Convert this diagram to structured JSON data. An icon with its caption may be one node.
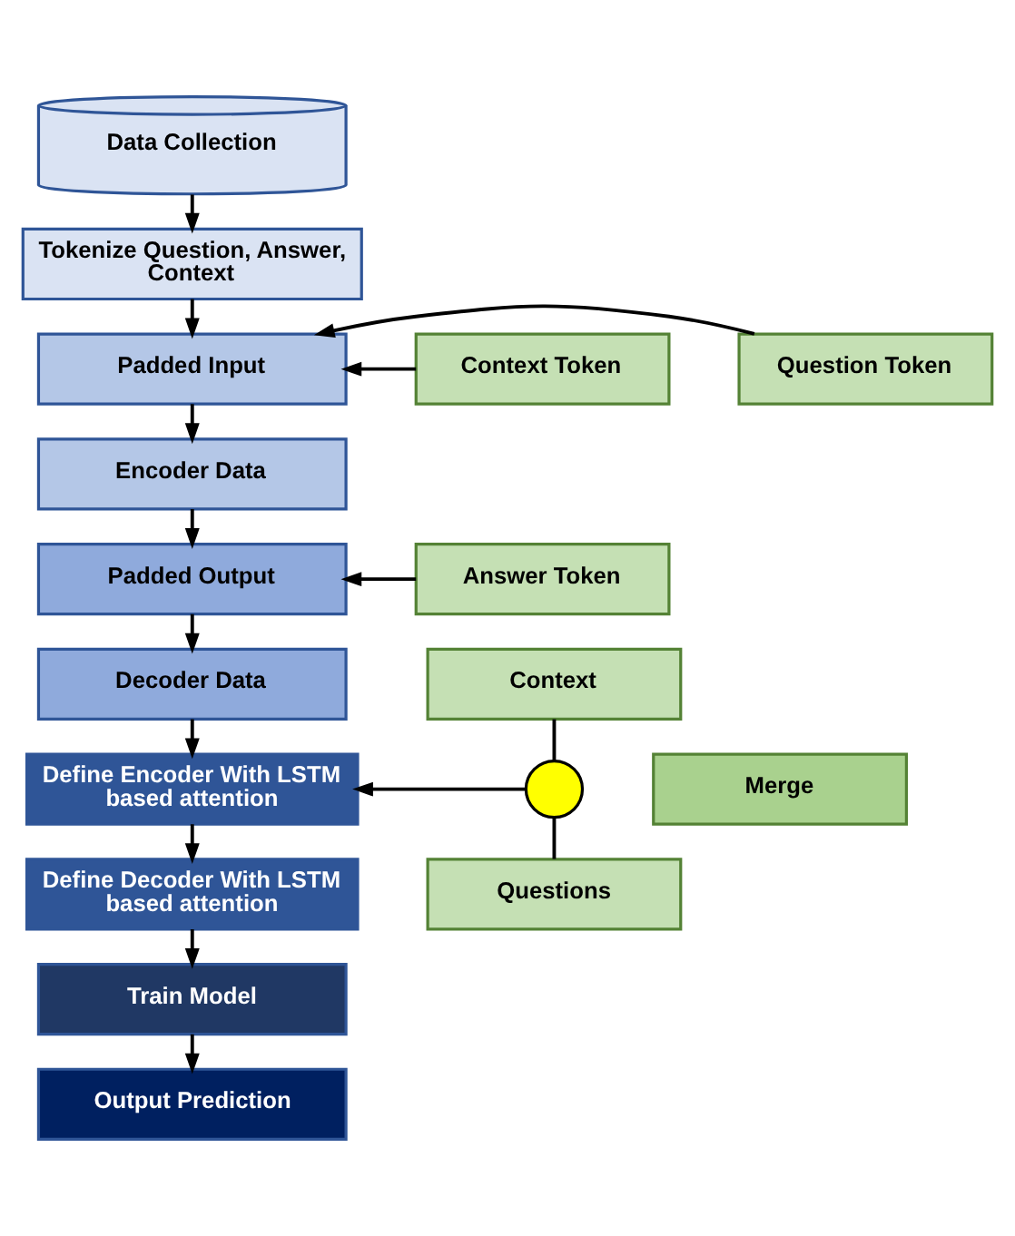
{
  "diagram": {
    "nodes": [
      {
        "text": [
          "Data Collection"
        ]
      },
      {
        "text": [
          "Tokenize Question, Answer, Context"
        ]
      },
      {
        "text": [
          "Padded Input"
        ]
      },
      {
        "text": [
          "Encoder Data"
        ]
      },
      {
        "text": [
          "Padded Output"
        ]
      },
      {
        "text": [
          "Decoder Data"
        ]
      },
      {
        "text": [
          "Define Encoder With LSTM based attention"
        ]
      },
      {
        "text": [
          "Define Decoder With LSTM based attention"
        ]
      },
      {
        "text": [
          "Train Model"
        ]
      },
      {
        "text": [
          "Output Prediction"
        ]
      },
      {
        "text": [
          "Context Token"
        ]
      },
      {
        "text": [
          "Question Token"
        ]
      },
      {
        "text": [
          "Answer Token"
        ]
      },
      {
        "text": [
          "Context"
        ]
      },
      {
        "text": [],
        "shape": "circle"
      },
      {
        "text": [
          "Questions"
        ]
      },
      {
        "text": [
          "Merge"
        ]
      }
    ],
    "edges": [
      {
        "from": 0,
        "to": 1,
        "arrow": "to"
      },
      {
        "from": 1,
        "to": 2,
        "arrow": "to"
      },
      {
        "from": 2,
        "to": 3,
        "arrow": "to"
      },
      {
        "from": 3,
        "to": 4,
        "arrow": "to"
      },
      {
        "from": 4,
        "to": 5,
        "arrow": "to"
      },
      {
        "from": 5,
        "to": 6,
        "arrow": "to"
      },
      {
        "from": 6,
        "to": 7,
        "arrow": "to"
      },
      {
        "from": 7,
        "to": 8,
        "arrow": "to"
      },
      {
        "from": 8,
        "to": 9,
        "arrow": "to"
      },
      {
        "from": 10,
        "to": 2,
        "arrow": "to"
      },
      {
        "from": 11,
        "to": 2,
        "arrow": "to"
      },
      {
        "from": 12,
        "to": 4,
        "arrow": "to"
      },
      {
        "from": 13,
        "to": 14,
        "arrow": "none"
      },
      {
        "from": 15,
        "to": 14,
        "arrow": "none"
      },
      {
        "from": 14,
        "to": 6,
        "arrow": "to"
      }
    ]
  }
}
